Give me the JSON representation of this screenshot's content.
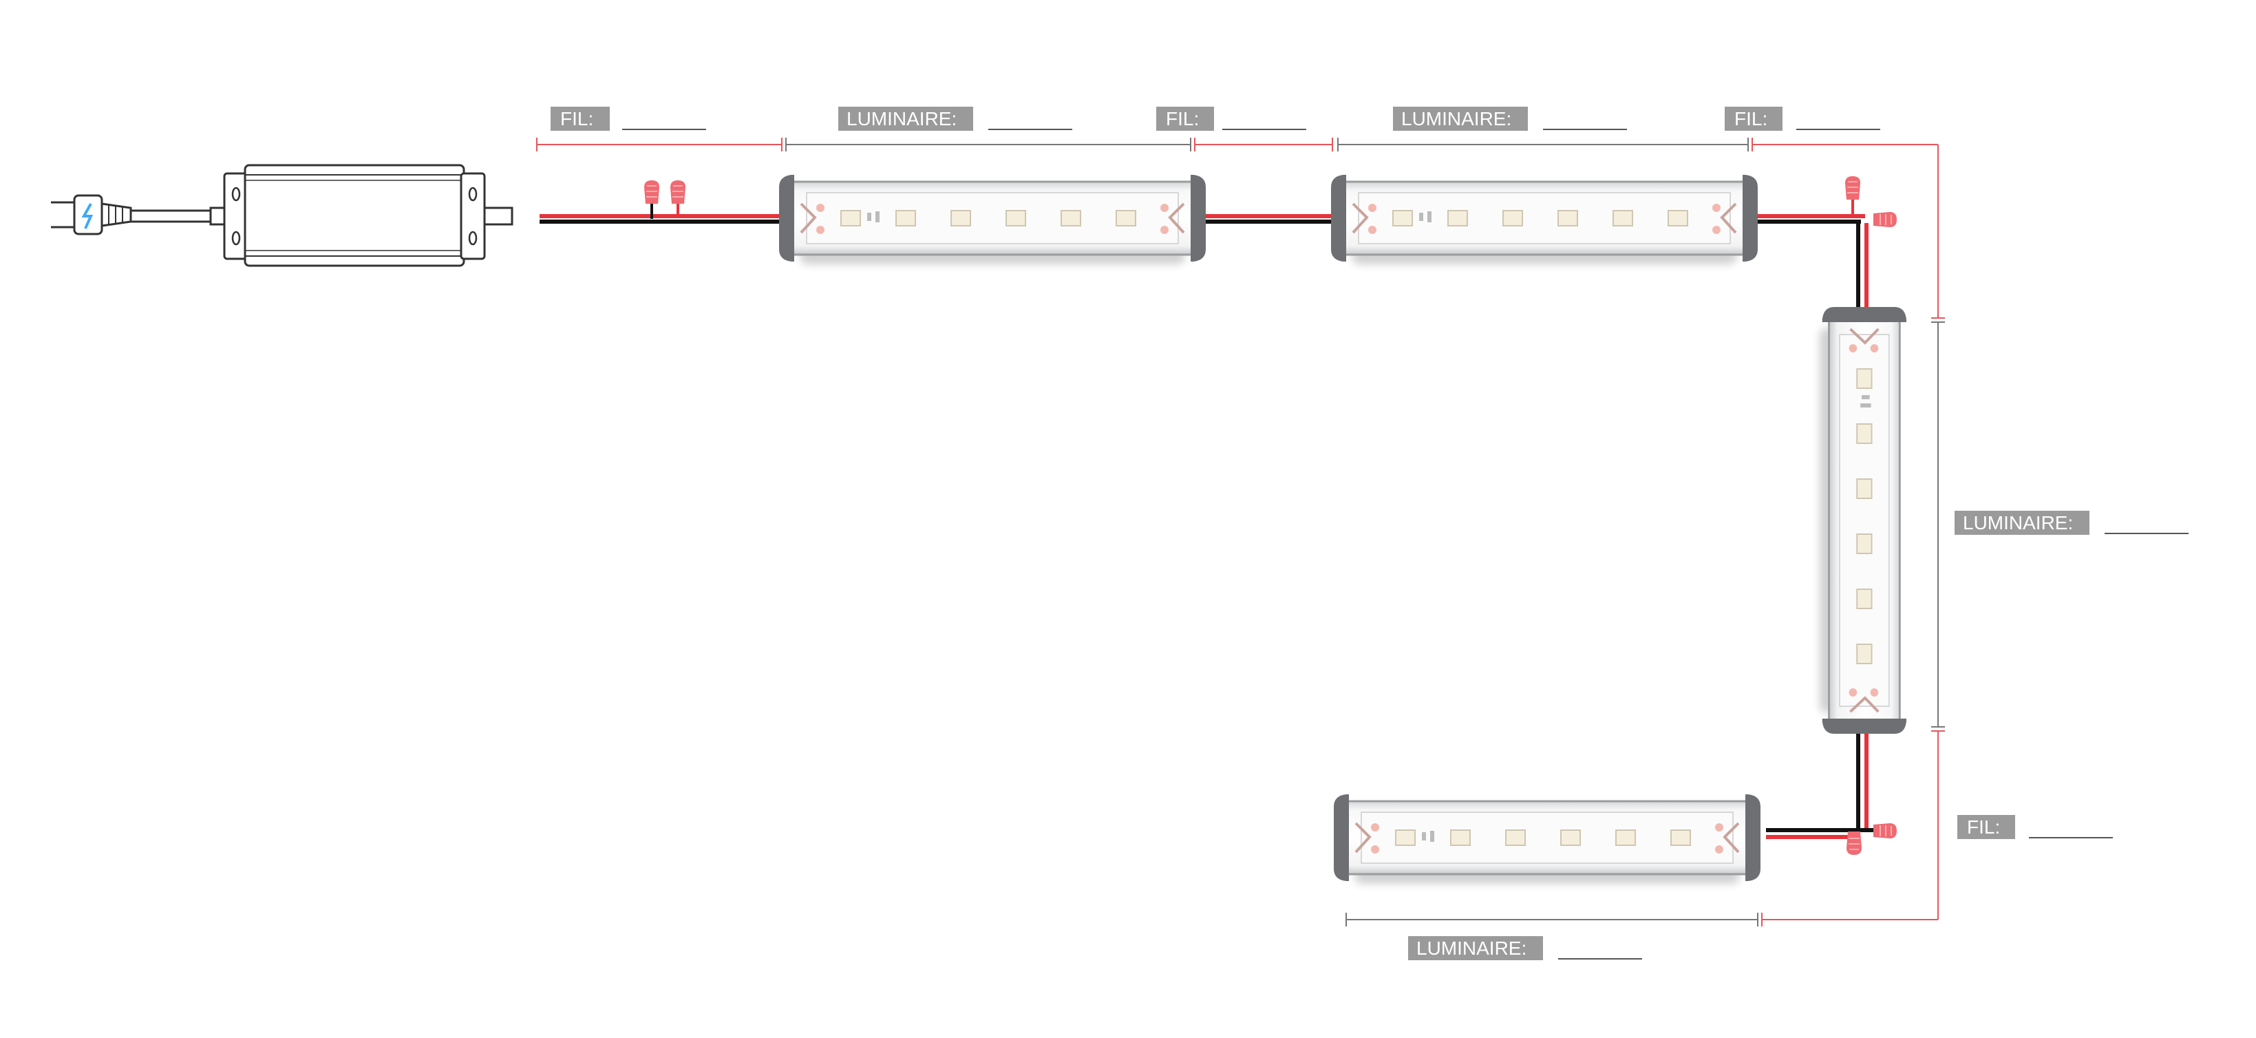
{
  "labels": {
    "wire_1": "FIL:",
    "fixture_1": "LUMINAIRE:",
    "wire_2": "FIL:",
    "fixture_2": "LUMINAIRE:",
    "wire_3": "FIL:",
    "fixture_3": "LUMINAIRE:",
    "wire_4": "FIL:",
    "fixture_4": "LUMINAIRE:"
  },
  "colors": {
    "label_bg": "#9a9a9a",
    "label_text": "#ffffff",
    "wire_red": "#e8333a",
    "wire_black": "#111111",
    "dim_red": "#e8555a",
    "dim_gray": "#777777",
    "fixture_cap": "#6d6f72",
    "fixture_body": "#ececec",
    "connector": "#f06a72",
    "plug_icon": "#3fa9f5"
  },
  "icons": [
    "power-plug-icon",
    "power-supply-icon",
    "wire-connector-icon",
    "led-light-bar-icon"
  ]
}
